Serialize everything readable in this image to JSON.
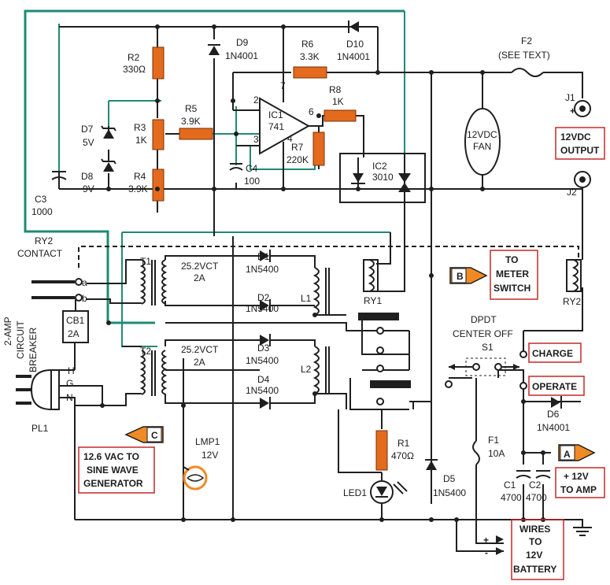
{
  "components": {
    "r2": {
      "name": "R2",
      "value": "330Ω"
    },
    "r3": {
      "name": "R3",
      "value": "1K"
    },
    "r4": {
      "name": "R4",
      "value": "3.9K"
    },
    "r5": {
      "name": "R5",
      "value": "3.9K"
    },
    "r6": {
      "name": "R6",
      "value": "3.3K"
    },
    "r7": {
      "name": "R7",
      "value": "220K"
    },
    "r8": {
      "name": "R8",
      "value": "1K"
    },
    "r1": {
      "name": "R1",
      "value": "470Ω"
    },
    "d7": {
      "name": "D7",
      "value": "5V"
    },
    "d8": {
      "name": "D8",
      "value": "9V"
    },
    "d9": {
      "name": "D9",
      "value": "1N4001"
    },
    "d10": {
      "name": "D10",
      "value": "1N4001"
    },
    "d1": {
      "name": "D1",
      "value": "1N5400"
    },
    "d2": {
      "name": "D2",
      "value": "1N5400"
    },
    "d3": {
      "name": "D3",
      "value": "1N5400"
    },
    "d4": {
      "name": "D4",
      "value": "1N5400"
    },
    "d5": {
      "name": "D5",
      "value": "1N5400"
    },
    "d6": {
      "name": "D6",
      "value": "1N4001"
    },
    "ic1": {
      "name": "IC1",
      "value": "741"
    },
    "ic2": {
      "name": "IC2",
      "value": "3010"
    },
    "c3": {
      "name": "C3",
      "value": "1000"
    },
    "c4": {
      "name": "C4",
      "value": "100"
    },
    "c1": {
      "name": "C1",
      "value": "4700"
    },
    "c2": {
      "name": "C2",
      "value": "4700"
    },
    "t1": {
      "name": "T1",
      "value": "25.2VCT",
      "current": "2A"
    },
    "t2": {
      "name": "T2",
      "value": "25.2VCT",
      "current": "2A"
    },
    "l1": {
      "name": "L1"
    },
    "l2": {
      "name": "L2"
    },
    "f1": {
      "name": "F1",
      "value": "10A"
    },
    "f2": {
      "name": "F2",
      "value": "(SEE TEXT)"
    },
    "fan": {
      "line1": "12VDC",
      "line2": "FAN"
    },
    "ry1": {
      "name": "RY1"
    },
    "ry2": {
      "name": "RY2"
    },
    "ry2_contact": {
      "line1": "RY2",
      "line2": "CONTACT"
    },
    "cb1": {
      "name": "CB1",
      "value": "2A"
    },
    "cb_label": {
      "line1": "2-AMP",
      "line2": "CIRCUIT",
      "line3": "BREAKER"
    },
    "lmp1": {
      "name": "LMP1",
      "value": "12V"
    },
    "led1": {
      "name": "LED1"
    },
    "pl1": {
      "name": "PL1",
      "h": "H",
      "g": "G",
      "n": "N"
    },
    "j1": {
      "name": "J1",
      "sign": "+"
    },
    "j2": {
      "name": "J2"
    },
    "s1": {
      "line1": "DPDT",
      "line2": "CENTER OFF",
      "line3": "S1"
    }
  },
  "pins": {
    "p2": "2",
    "p3": "3",
    "p4": "4",
    "p6": "6",
    "p7": "7",
    "a": "a",
    "b": "b"
  },
  "callouts": {
    "meter": {
      "tag": "B",
      "line1": "TO",
      "line2": "METER",
      "line3": "SWITCH"
    },
    "output": {
      "line1": "12VDC",
      "line2": "OUTPUT"
    },
    "charge": "CHARGE",
    "operate": "OPERATE",
    "sine": {
      "tag": "C",
      "line1": "12.6 VAC TO",
      "line2": "SINE WAVE",
      "line3": "GENERATOR"
    },
    "amp": {
      "tag": "A",
      "line1": "+ 12V",
      "line2": "TO AMP"
    },
    "battery": {
      "line1": "WIRES",
      "line2": "TO",
      "line3": "12V",
      "line4": "BATTERY",
      "plus": "+",
      "minus": "-"
    }
  },
  "colors": {
    "wire": "#1f1f1f",
    "teal": "#1f8a77",
    "resistor": "#e46a1e",
    "highlight": "#c62828",
    "tag": "#f08a24"
  }
}
